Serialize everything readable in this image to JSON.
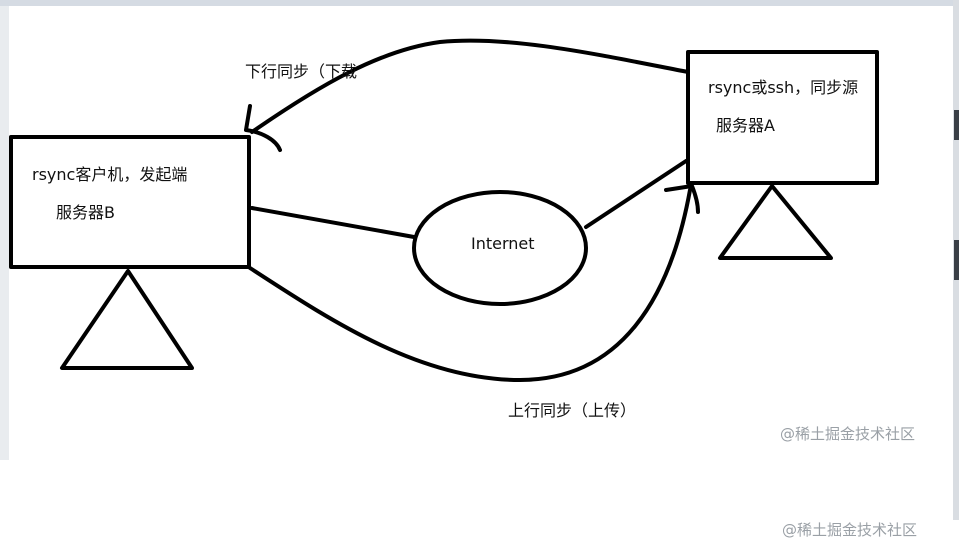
{
  "client": {
    "line1": "rsync客户机，发起端",
    "line2": "服务器B"
  },
  "server": {
    "line1": "rsync或ssh，同步源",
    "line2": "服务器A"
  },
  "network": {
    "label": "Internet"
  },
  "arrows": {
    "download_label": "下行同步（下载",
    "upload_label": "上行同步（上传）"
  },
  "watermarks": {
    "inner": "@稀土掘金技术社区",
    "outer": "@稀土掘金技术社区"
  },
  "colors": {
    "stroke": "#000000",
    "watermark": "#9aa0a6"
  }
}
